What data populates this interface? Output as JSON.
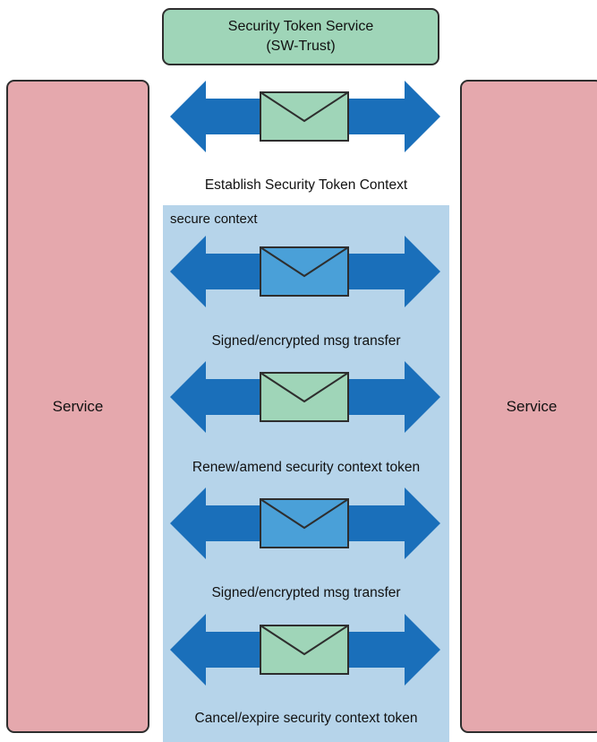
{
  "sts": {
    "line1": "Security Token Service",
    "line2": "(SW-Trust)"
  },
  "services": {
    "left_label": "Service",
    "right_label": "Service"
  },
  "secure_context": {
    "label": "secure context"
  },
  "exchanges": [
    {
      "caption": "Establish Security Token Context",
      "envelope_icon": "envelope-icon",
      "envelope_color": "#9fd5b8"
    },
    {
      "caption": "Signed/encrypted msg transfer",
      "envelope_icon": "envelope-icon",
      "envelope_color": "#4aa0d8"
    },
    {
      "caption": "Renew/amend security context token",
      "envelope_icon": "envelope-icon",
      "envelope_color": "#9fd5b8"
    },
    {
      "caption": "Signed/encrypted msg transfer",
      "envelope_icon": "envelope-icon",
      "envelope_color": "#4aa0d8"
    },
    {
      "caption": "Cancel/expire security context token",
      "envelope_icon": "envelope-icon",
      "envelope_color": "#9fd5b8"
    }
  ],
  "colors": {
    "arrow": "#1a6fba",
    "service_fill": "#e5a8ad",
    "sts_fill": "#9fd5b8",
    "secure_context_fill": "#b6d4ea"
  }
}
